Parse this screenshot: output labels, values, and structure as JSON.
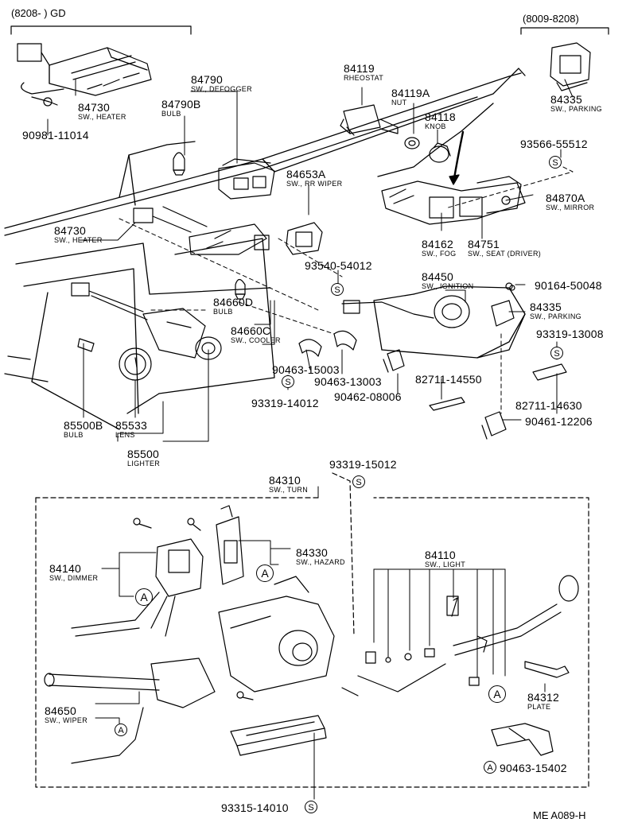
{
  "ranges": {
    "left": "(8208-          ) GD",
    "right": "(8009-8208)"
  },
  "code": "ME A089-H",
  "parts": {
    "p84730a": {
      "num": "84730",
      "name": "SW., HEATER"
    },
    "p90981": {
      "num": "90981-11014",
      "name": ""
    },
    "p84790": {
      "num": "84790",
      "name": "SW., DEFOGGER"
    },
    "p84790b": {
      "num": "84790B",
      "name": "BULB"
    },
    "p84119": {
      "num": "84119",
      "name": "RHEOSTAT"
    },
    "p84119a": {
      "num": "84119A",
      "name": "NUT"
    },
    "p84118": {
      "num": "84118",
      "name": "KNOB"
    },
    "p84335a": {
      "num": "84335",
      "name": "SW., PARKING"
    },
    "p93566": {
      "num": "93566-55512",
      "name": ""
    },
    "p84653a": {
      "num": "84653A",
      "name": "SW., RR WIPER"
    },
    "p84870a": {
      "num": "84870A",
      "name": "SW., MIRROR"
    },
    "p84730b": {
      "num": "84730",
      "name": "SW., HEATER"
    },
    "p84162": {
      "num": "84162",
      "name": "SW., FOG"
    },
    "p84751": {
      "num": "84751",
      "name": "SW., SEAT (DRIVER)"
    },
    "p93540": {
      "num": "93540-54012",
      "name": ""
    },
    "p84450": {
      "num": "84450",
      "name": "SW., IGNITION"
    },
    "p90164": {
      "num": "90164-50048",
      "name": ""
    },
    "p84660d": {
      "num": "84660D",
      "name": "BULB"
    },
    "p84335b": {
      "num": "84335",
      "name": "SW., PARKING"
    },
    "p84660c": {
      "num": "84660C",
      "name": "SW., COOLER"
    },
    "p93319a": {
      "num": "93319-13008",
      "name": ""
    },
    "p90463a": {
      "num": "90463-15003",
      "name": ""
    },
    "p90463b": {
      "num": "90463-13003",
      "name": ""
    },
    "p82711a": {
      "num": "82711-14550",
      "name": ""
    },
    "p90462": {
      "num": "90462-08006",
      "name": ""
    },
    "p82711b": {
      "num": "82711-14630",
      "name": ""
    },
    "p93319b": {
      "num": "93319-14012",
      "name": ""
    },
    "p90461": {
      "num": "90461-12206",
      "name": ""
    },
    "p85500b": {
      "num": "85500B",
      "name": "BULB"
    },
    "p85533": {
      "num": "85533",
      "name": "LENS"
    },
    "p85500": {
      "num": "85500",
      "name": "LIGHTER"
    },
    "p93319c": {
      "num": "93319-15012",
      "name": ""
    },
    "p84310": {
      "num": "84310",
      "name": "SW., TURN"
    },
    "p84330": {
      "num": "84330",
      "name": "SW., HAZARD"
    },
    "p84140": {
      "num": "84140",
      "name": "SW., DIMMER"
    },
    "p84110": {
      "num": "84110",
      "name": "SW., LIGHT"
    },
    "p84312": {
      "num": "84312",
      "name": "PLATE"
    },
    "p84650": {
      "num": "84650",
      "name": "SW., WIPER"
    },
    "p90463c": {
      "num": "90463-15402",
      "name": ""
    },
    "p93315": {
      "num": "93315-14010",
      "name": ""
    }
  },
  "symbols": {
    "s": "S",
    "a": "A"
  }
}
